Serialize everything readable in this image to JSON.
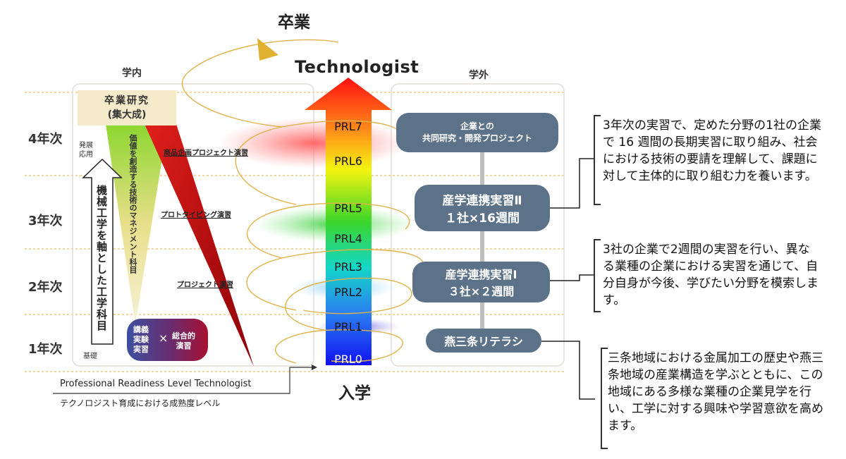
{
  "header": {
    "graduation": "卒業",
    "technologist": "Technologist",
    "admission": "入学",
    "inside_label": "学内",
    "outside_label": "学外"
  },
  "years": [
    "4年次",
    "3年次",
    "2年次",
    "1年次"
  ],
  "prl_levels": [
    "PRL7",
    "PRL6",
    "PRL5",
    "PRL4",
    "PRL3",
    "PRL2",
    "PRL1",
    "PRL0"
  ],
  "inside": {
    "thesis_line1": "卒業研究",
    "thesis_line2": "(集大成)",
    "develop": "発展\n応用",
    "basic": "基礎",
    "axis_text": "機械工学を軸とした工学科目",
    "mgmt_text": "価値を創造する技術のマネジメント科目",
    "lecture_left": "講義\n実験\n実習",
    "times": "×",
    "lecture_right": "総合的\n演習",
    "projects": [
      "商品企画プロジェクト演習",
      "プロトタイピング演習",
      "プロジェクト演習"
    ]
  },
  "outside": {
    "joint_project": "企業との\n共同研究・開発プロジェクト",
    "intern2_title": "産学連携実習Ⅱ",
    "intern2_detail": "１社×16週間",
    "intern1_title": "産学連携実習Ⅰ",
    "intern1_detail": "３社×２週間",
    "literacy": "燕三条リテラシ"
  },
  "notes": [
    "3年次の実習で、定めた分野の1社の企業で 16 週間の長期実習に取り組み、社会における技術の要請を理解して、課題に対して主体的に取り組む力を養います。",
    "3社の企業で2週間の実習を行い、異なる業種の企業における実習を通じて、自分自身が今後、学びたい分野を模索します。",
    "三条地域における金属加工の歴史や燕三条地域の産業構造を学ぶとともに、この地域にある多様な業種の企業見学を行い、工学に対する興味や学習意欲を高めます。"
  ],
  "legend": {
    "english": "Professional Readiness Level Technologist",
    "japanese": "テクノロジスト育成における成熟度レベル"
  },
  "colors": {
    "box": "#5b7289",
    "thesis_bg": "#f4e9c9",
    "dotted": "#f0c97a",
    "orbit": "#e0b24a",
    "dark_red": "#a0000a"
  }
}
